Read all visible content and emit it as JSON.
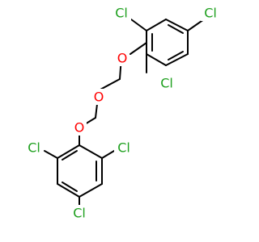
{
  "colors": {
    "bond": "#000000",
    "chlorine": "#1fa01f",
    "oxygen": "#ff0000",
    "background": "#ffffff"
  },
  "atoms": {
    "cl_ring1_top_left": "Cl",
    "cl_ring1_top_right": "Cl",
    "cl_ring1_bottom": "Cl",
    "o_ring1": "O",
    "o_middle": "O",
    "o_ring2": "O",
    "cl_ring2_top_left": "Cl",
    "cl_ring2_top_right": "Cl",
    "cl_ring2_bottom": "Cl"
  }
}
